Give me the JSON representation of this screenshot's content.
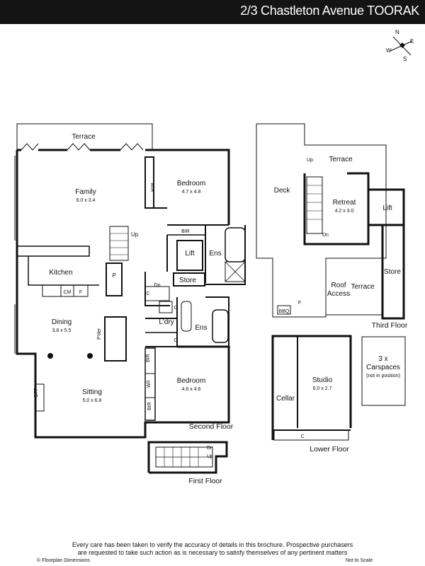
{
  "header": {
    "title": "2/3 Chastleton Avenue TOORAK"
  },
  "compass": {
    "n": "N",
    "e": "E",
    "s": "S",
    "w": "W"
  },
  "rooms": {
    "terrace_main": "Terrace",
    "family": {
      "name": "Family",
      "dim": "6.0 x 3.4"
    },
    "wir": "WIR",
    "bed1": {
      "name": "Bedroom",
      "dim": "4.7 x 4.8"
    },
    "bir_top": "BIR",
    "lift_main": "Lift",
    "ens_top": "Ens",
    "up_main": "Up",
    "kitchen": "Kitchen",
    "pantry": "P",
    "cm": "CM",
    "fridge": "F",
    "dn_main": "Dn",
    "store_main": "Store",
    "c1": "C",
    "c2": "C",
    "c3": "C",
    "laundry": "L'dry",
    "ens_bottom": "Ens",
    "dining": {
      "name": "Dining",
      "dim": "3.8 x 5.5"
    },
    "powder": "P'der",
    "bir_mid": "BIR",
    "wi": "W/I",
    "bir_low": "BIR",
    "bed2": {
      "name": "Bedroom",
      "dim": "4.6 x 4.6"
    },
    "sitting": {
      "name": "Sitting",
      "dim": "5.0 x 6.8"
    },
    "ofp": "OFP",
    "deck": "Deck",
    "up_third": "Up",
    "terrace_third": "Terrace",
    "retreat": {
      "name": "Retreat",
      "dim": "4.2 x 3.0"
    },
    "lift_third": "Lift",
    "dn_third": "Dn",
    "store_third": "Store",
    "roof_access_1": "Roof",
    "roof_access_2": "Access",
    "terrace_small": "Terrace",
    "bbq": "BBQ",
    "f_third": "F",
    "cellar": "Cellar",
    "studio": {
      "name": "Studio",
      "dim": "6.0 x 2.7"
    },
    "c_lower": "C",
    "carspaces": {
      "l1": "3 x",
      "l2": "Carspaces",
      "l3": "(not in position)"
    },
    "dn_first": "Dn",
    "up_first": "Up"
  },
  "floors": {
    "second": "Second Floor",
    "third": "Third Floor",
    "lower": "Lower Floor",
    "first": "First Floor"
  },
  "footer": {
    "disclaimer_1": "Every care has been taken to verify the accuracy of details in this brochure. Prospective purchasers",
    "disclaimer_2": "are requested to take such action as is necessary to satisfy themselves of any pertinent matters",
    "copyright": "© Floorplan Dimensions",
    "scale": "Not to Scale"
  }
}
